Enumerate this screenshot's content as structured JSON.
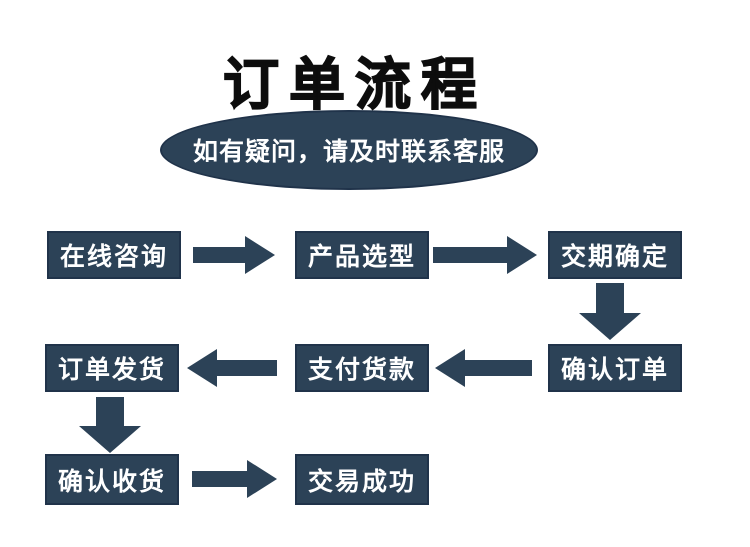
{
  "title": "订单流程",
  "notice": {
    "shape": "ellipse",
    "text": "如有疑问，请及时联系客服"
  },
  "colors": {
    "background": "#ffffff",
    "shape_fill": "#2c4257",
    "shape_border": "#20334a",
    "text_on_shape": "#ffffff",
    "title_text": "#0d0d0d"
  },
  "flow": {
    "steps": [
      {
        "id": "step-1",
        "label": "在线咨询"
      },
      {
        "id": "step-2",
        "label": "产品选型"
      },
      {
        "id": "step-3",
        "label": "交期确定"
      },
      {
        "id": "step-4",
        "label": "确认订单"
      },
      {
        "id": "step-5",
        "label": "支付货款"
      },
      {
        "id": "step-6",
        "label": "订单发货"
      },
      {
        "id": "step-7",
        "label": "确认收货"
      },
      {
        "id": "step-8",
        "label": "交易成功"
      }
    ],
    "connections": [
      {
        "from": "在线咨询",
        "to": "产品选型",
        "direction": "right"
      },
      {
        "from": "产品选型",
        "to": "交期确定",
        "direction": "right"
      },
      {
        "from": "交期确定",
        "to": "确认订单",
        "direction": "down"
      },
      {
        "from": "确认订单",
        "to": "支付货款",
        "direction": "left"
      },
      {
        "from": "支付货款",
        "to": "订单发货",
        "direction": "left"
      },
      {
        "from": "订单发货",
        "to": "确认收货",
        "direction": "down"
      },
      {
        "from": "确认收货",
        "to": "交易成功",
        "direction": "right"
      }
    ],
    "icons": {
      "right_arrow": "solid block arrow pointing right",
      "left_arrow": "solid block arrow pointing left",
      "down_arrow": "solid block arrow pointing down"
    }
  }
}
